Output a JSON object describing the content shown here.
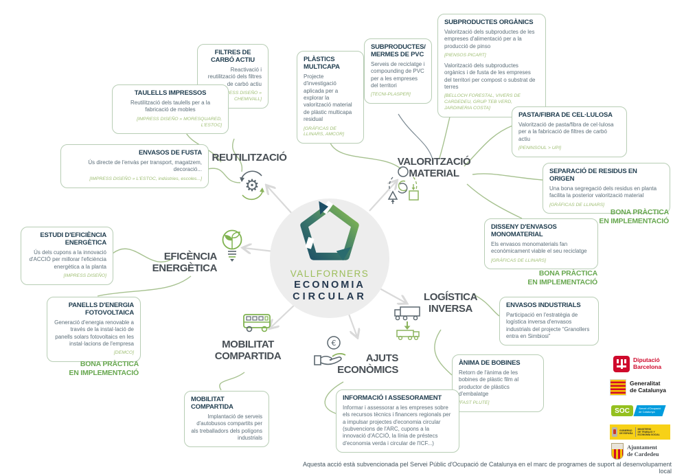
{
  "center": {
    "line1": "VALLFORNERS",
    "line2": "ECONOMIA",
    "line3": "CIRCULAR"
  },
  "colors": {
    "accent_green": "#8cb45e",
    "title_navy": "#1f3c4e",
    "body_slate": "#5c6e79",
    "tag_green": "#9dbd71",
    "badge_green": "#67a74f",
    "hub_gray": "#ededed",
    "connector_green": "#a6c18f",
    "arrow_gray": "#d9d9d9"
  },
  "icons": {
    "center": "pentagon-arrows",
    "reutilitzacio": "gear-cycle",
    "valoritzacio": "shapes-cycle",
    "eficiencia": "bulb-leaf",
    "mobilitat": "bus",
    "ajuts": "hand-euro-coin",
    "logistica": "trucks-return"
  },
  "branches": {
    "reutilitzacio": {
      "label": "REUTILITZACIÓ"
    },
    "valoritzacio": {
      "label": "VALORITZACIÓ MATERIAL"
    },
    "eficiencia": {
      "label": "EFICÈNCIA ENERGÈTICA"
    },
    "mobilitat": {
      "label": "MOBILITAT COMPARTIDA"
    },
    "ajuts": {
      "label": "AJUTS ECONÒMICS"
    },
    "logistica": {
      "label": "LOGÍSTICA INVERSA"
    }
  },
  "badges": {
    "bona_practica": "BONA PRÀCTICA\nEN IMPLEMENTACIÓ"
  },
  "boxes": {
    "filtres": {
      "title": "FILTRES DE CARBÓ ACTIU",
      "body": "Reactivació i reutilització dels filtres de carbó actiu",
      "tag": "[IMPRESS DISEÑO » CHEMIVALL]"
    },
    "taulells": {
      "title": "TAULELLS IMPRESSOS",
      "body": "Reutilització dels taulells per a la fabricació de mobles",
      "tag": "[IMPRESS DISEÑO » MORESQUARED, L'ESTOC]"
    },
    "fusta": {
      "title": "ENVASOS DE FUSTA",
      "body": "Ús directe de l'envàs per transport, magatzem, decoració...",
      "tag": "[IMPRESS DISEÑO » L'ESTOC, indústries, escoles...]"
    },
    "plastics": {
      "title": "PLÀSTICS MULTICAPA",
      "body": "Projecte d'investigació aplicada per a explorar la valorització material de plàstic multicapa residual",
      "tag": "[GRÁFICAS DE LLINARS, AMCOR]"
    },
    "pvc": {
      "title": "SUBPRODUCTES/ MERMES DE PVC",
      "body": "Serveis de reciclatge i compounding de PVC per a les empreses del territori",
      "tag": "[TECNI-PLASPER]"
    },
    "organics": {
      "title": "SUBPRODUCTES ORGÀNICS",
      "body": "Valorització dels subproductes de les empreses d'alimentació per a la producció de pinso",
      "tag": "[PIENSOS PICART]",
      "body2": "Valorització dels subproductes orgànics i de fusta de les empreses del territori per compost o substrat de terres",
      "tag2": "[BELLOCH FORESTAL, VIVERS DE CARDEDEU, GRUP TEB VERD, JARDINERIA COSTA]"
    },
    "pasta": {
      "title": "PASTA/FIBRA DE CEL·LULOSA",
      "body": "Valorització de pasta/fibra de cel·lulosa per a la fabricació de filtres de carbó actiu",
      "tag": "[PENINSOUL > UPI]"
    },
    "separacio": {
      "title": "SEPARACIÓ DE RESIDUS EN ORIGEN",
      "body": "Una bona segregació dels residus en planta facilita la posterior valorització material",
      "tag": "[GRÁFICAS DE LLINARS]"
    },
    "disseny": {
      "title": "DISSENY D'ENVASOS MONOMATERIAL",
      "body": "Els envasos monomaterials fan econòmicament viable el seu reciclatge",
      "tag": "[GRÁFICAS DE LLINARS]"
    },
    "estudi": {
      "title": "ESTUDI D'EFICIÈNCIA ENERGÈTICA",
      "body": "Ús dels cupons a la innovació d'ACCIÓ per millorar l'eficiència energètica a la planta",
      "tag": "[IMPRESS DISEÑO]"
    },
    "panells": {
      "title": "PANELLS D'ENERGIA FOTOVOLTAICA",
      "body": "Generació d'energia renovable a través de la instal·lació de panells solars fotovoltaics en les instal·lacions de l'empresa",
      "tag": "[DEMCO]"
    },
    "envasos_industrials": {
      "title": "ENVASOS INDUSTRIALS",
      "body": "Participació en l'estratègia de logística inversa d'envasos industrials del projecte “Granollers entra en Simbiosi”"
    },
    "anima": {
      "title": "ÀNIMA DE BOBINES",
      "body": "Retorn de l'ànima de les bobines de plàstic film al productor de plàstics d'embalatge",
      "tag": "[FAST PLUTE]"
    },
    "mobilitat": {
      "title": "MOBILITAT COMPARTIDA",
      "body": "Implantació de serveis d'autobusos compartits per als treballadors dels polígons industrials"
    },
    "informacio": {
      "title": "INFORMACIÓ I ASSESORAMENT",
      "body": "Informar i assessorar a les empreses sobre els recursos tècnics i financers regionals per a impulsar projectes d'economia circular (subvencions de l'ARC, cupons a la innovació d'ACCIÓ, la línia de préstecs d'economia verda i circular de l'ICF...)"
    }
  },
  "logos": {
    "diputacio": {
      "label": "Diputació\nBarcelona"
    },
    "generalitat": {
      "label": "Generalitat\nde Catalunya"
    },
    "soc": {
      "label": "SOC",
      "sublabel": "Servei d'Ocupació\nde Catalunya"
    },
    "espana": {
      "label": "GOBIERNO\nDE ESPAÑA",
      "sublabel": "MINISTERIO\nDE TRABAJO Y\nECONOMÍA SOCIAL"
    },
    "cardedeu": {
      "label": "Ajuntament\nde Cardedeu"
    }
  },
  "footer": {
    "text": "Aquesta acció està subvencionada pel Servei Públic d'Ocupació de Catalunya en el marc de programes de suport al desenvolupament local"
  }
}
